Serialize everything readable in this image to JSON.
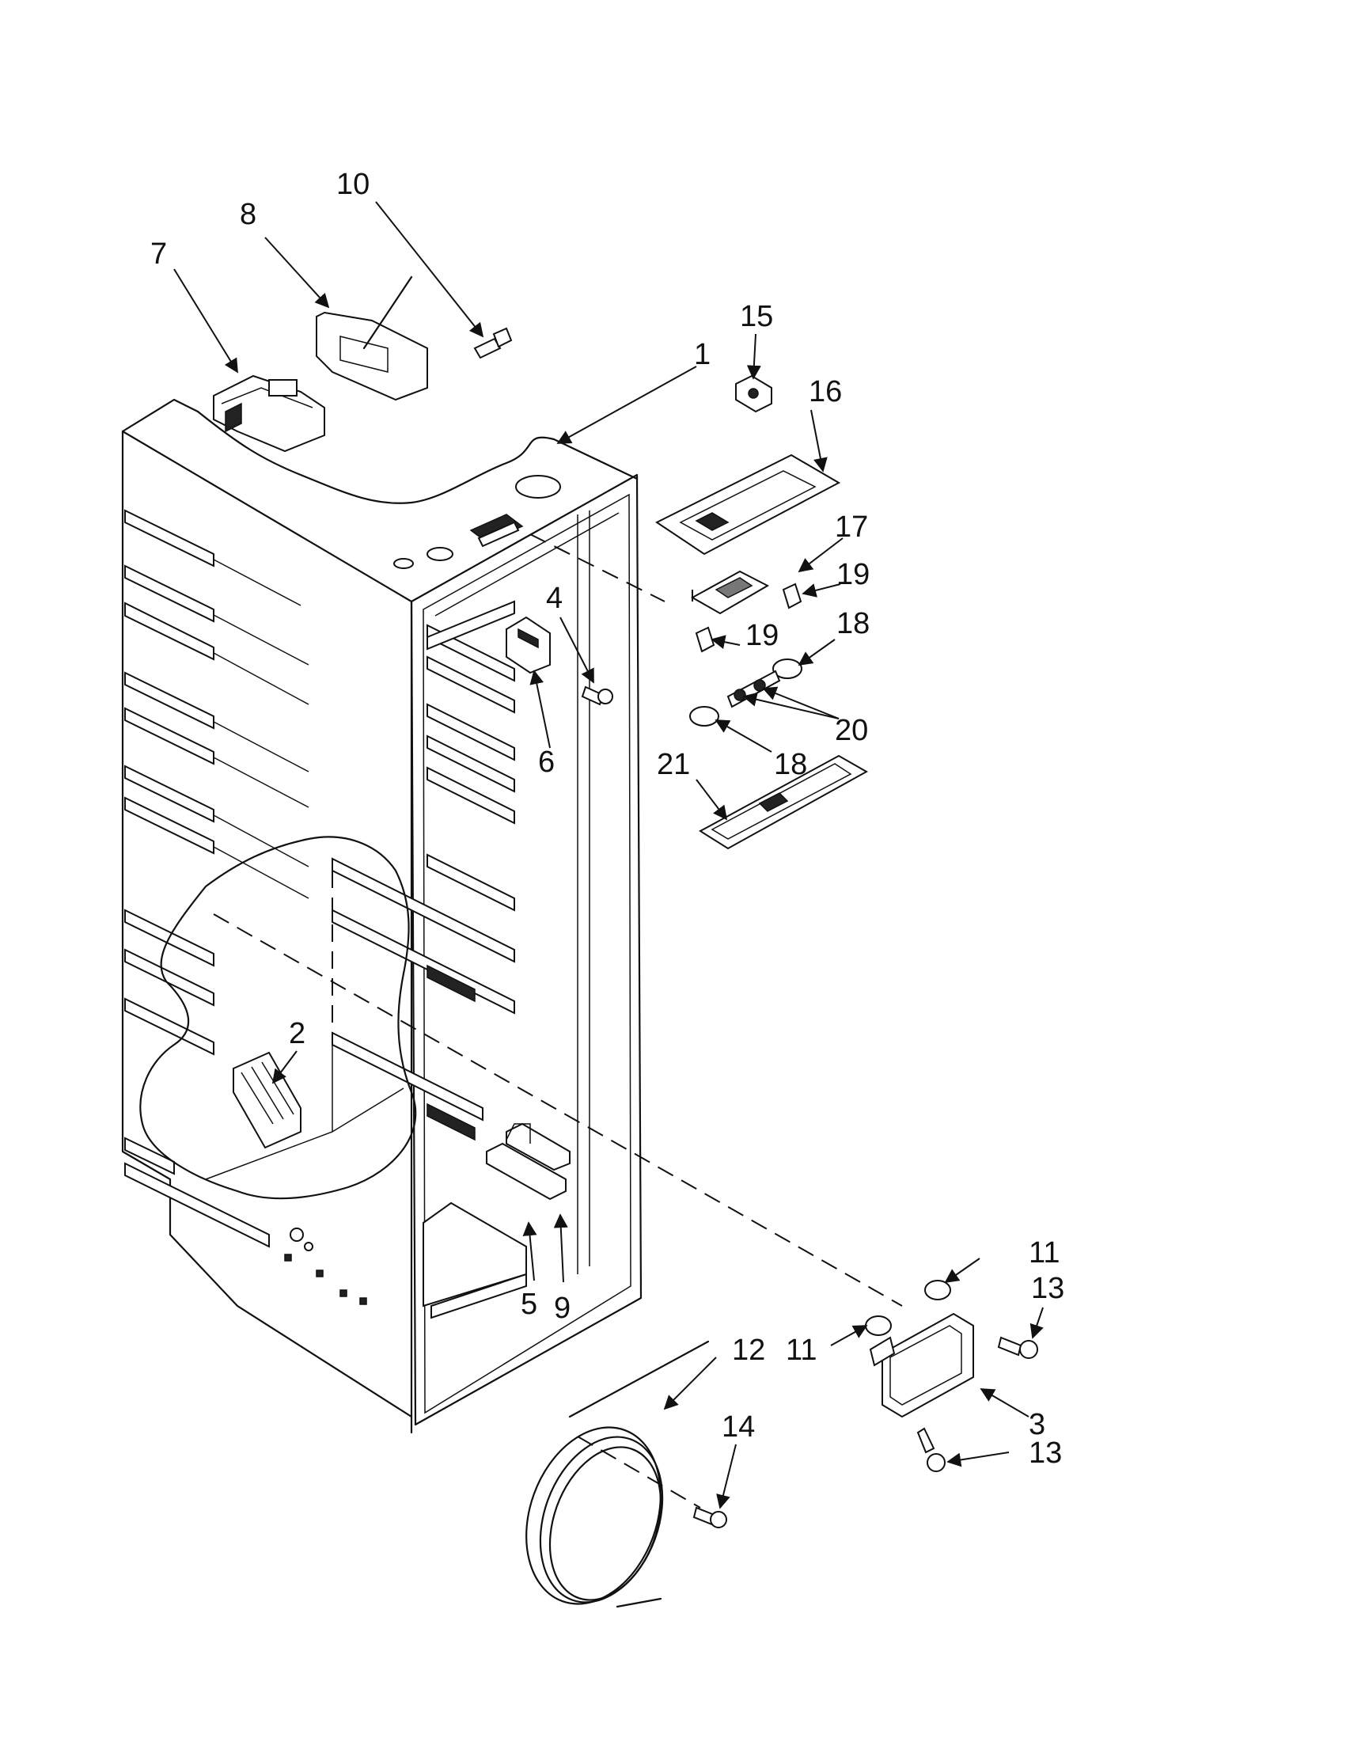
{
  "callouts": [
    {
      "id": "c1",
      "label": "1"
    },
    {
      "id": "c2",
      "label": "2"
    },
    {
      "id": "c3",
      "label": "3"
    },
    {
      "id": "c4",
      "label": "4"
    },
    {
      "id": "c5",
      "label": "5"
    },
    {
      "id": "c6",
      "label": "6"
    },
    {
      "id": "c7",
      "label": "7"
    },
    {
      "id": "c8",
      "label": "8"
    },
    {
      "id": "c9",
      "label": "9"
    },
    {
      "id": "c10",
      "label": "10"
    },
    {
      "id": "c11a",
      "label": "11"
    },
    {
      "id": "c11b",
      "label": "11"
    },
    {
      "id": "c12",
      "label": "12"
    },
    {
      "id": "c13a",
      "label": "13"
    },
    {
      "id": "c13b",
      "label": "13"
    },
    {
      "id": "c14",
      "label": "14"
    },
    {
      "id": "c15",
      "label": "15"
    },
    {
      "id": "c16",
      "label": "16"
    },
    {
      "id": "c17",
      "label": "17"
    },
    {
      "id": "c18a",
      "label": "18"
    },
    {
      "id": "c18b",
      "label": "18"
    },
    {
      "id": "c19a",
      "label": "19"
    },
    {
      "id": "c19b",
      "label": "19"
    },
    {
      "id": "c20",
      "label": "20"
    },
    {
      "id": "c21",
      "label": "21"
    }
  ]
}
